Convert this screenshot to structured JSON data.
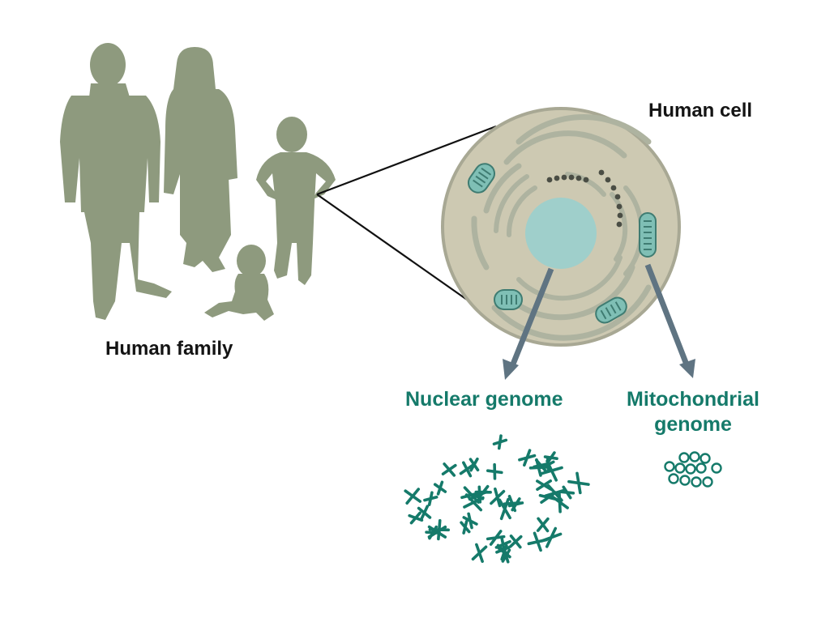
{
  "labels": {
    "human_family": "Human family",
    "human_cell": "Human cell",
    "nuclear_genome": "Nuclear genome",
    "mitochondrial_genome_line1": "Mitochondrial",
    "mitochondrial_genome_line2": "genome"
  },
  "colors": {
    "silhouette": "#8e9a7e",
    "cell_fill": "#cdc9b2",
    "cell_stroke": "#a8a894",
    "nucleus": "#9fcfcb",
    "organelle": "#aeb3a0",
    "mitochondrion": "#7fbfb5",
    "arrow": "#5f7482",
    "genome_teal": "#157a6a",
    "label_dark": "#141414"
  }
}
